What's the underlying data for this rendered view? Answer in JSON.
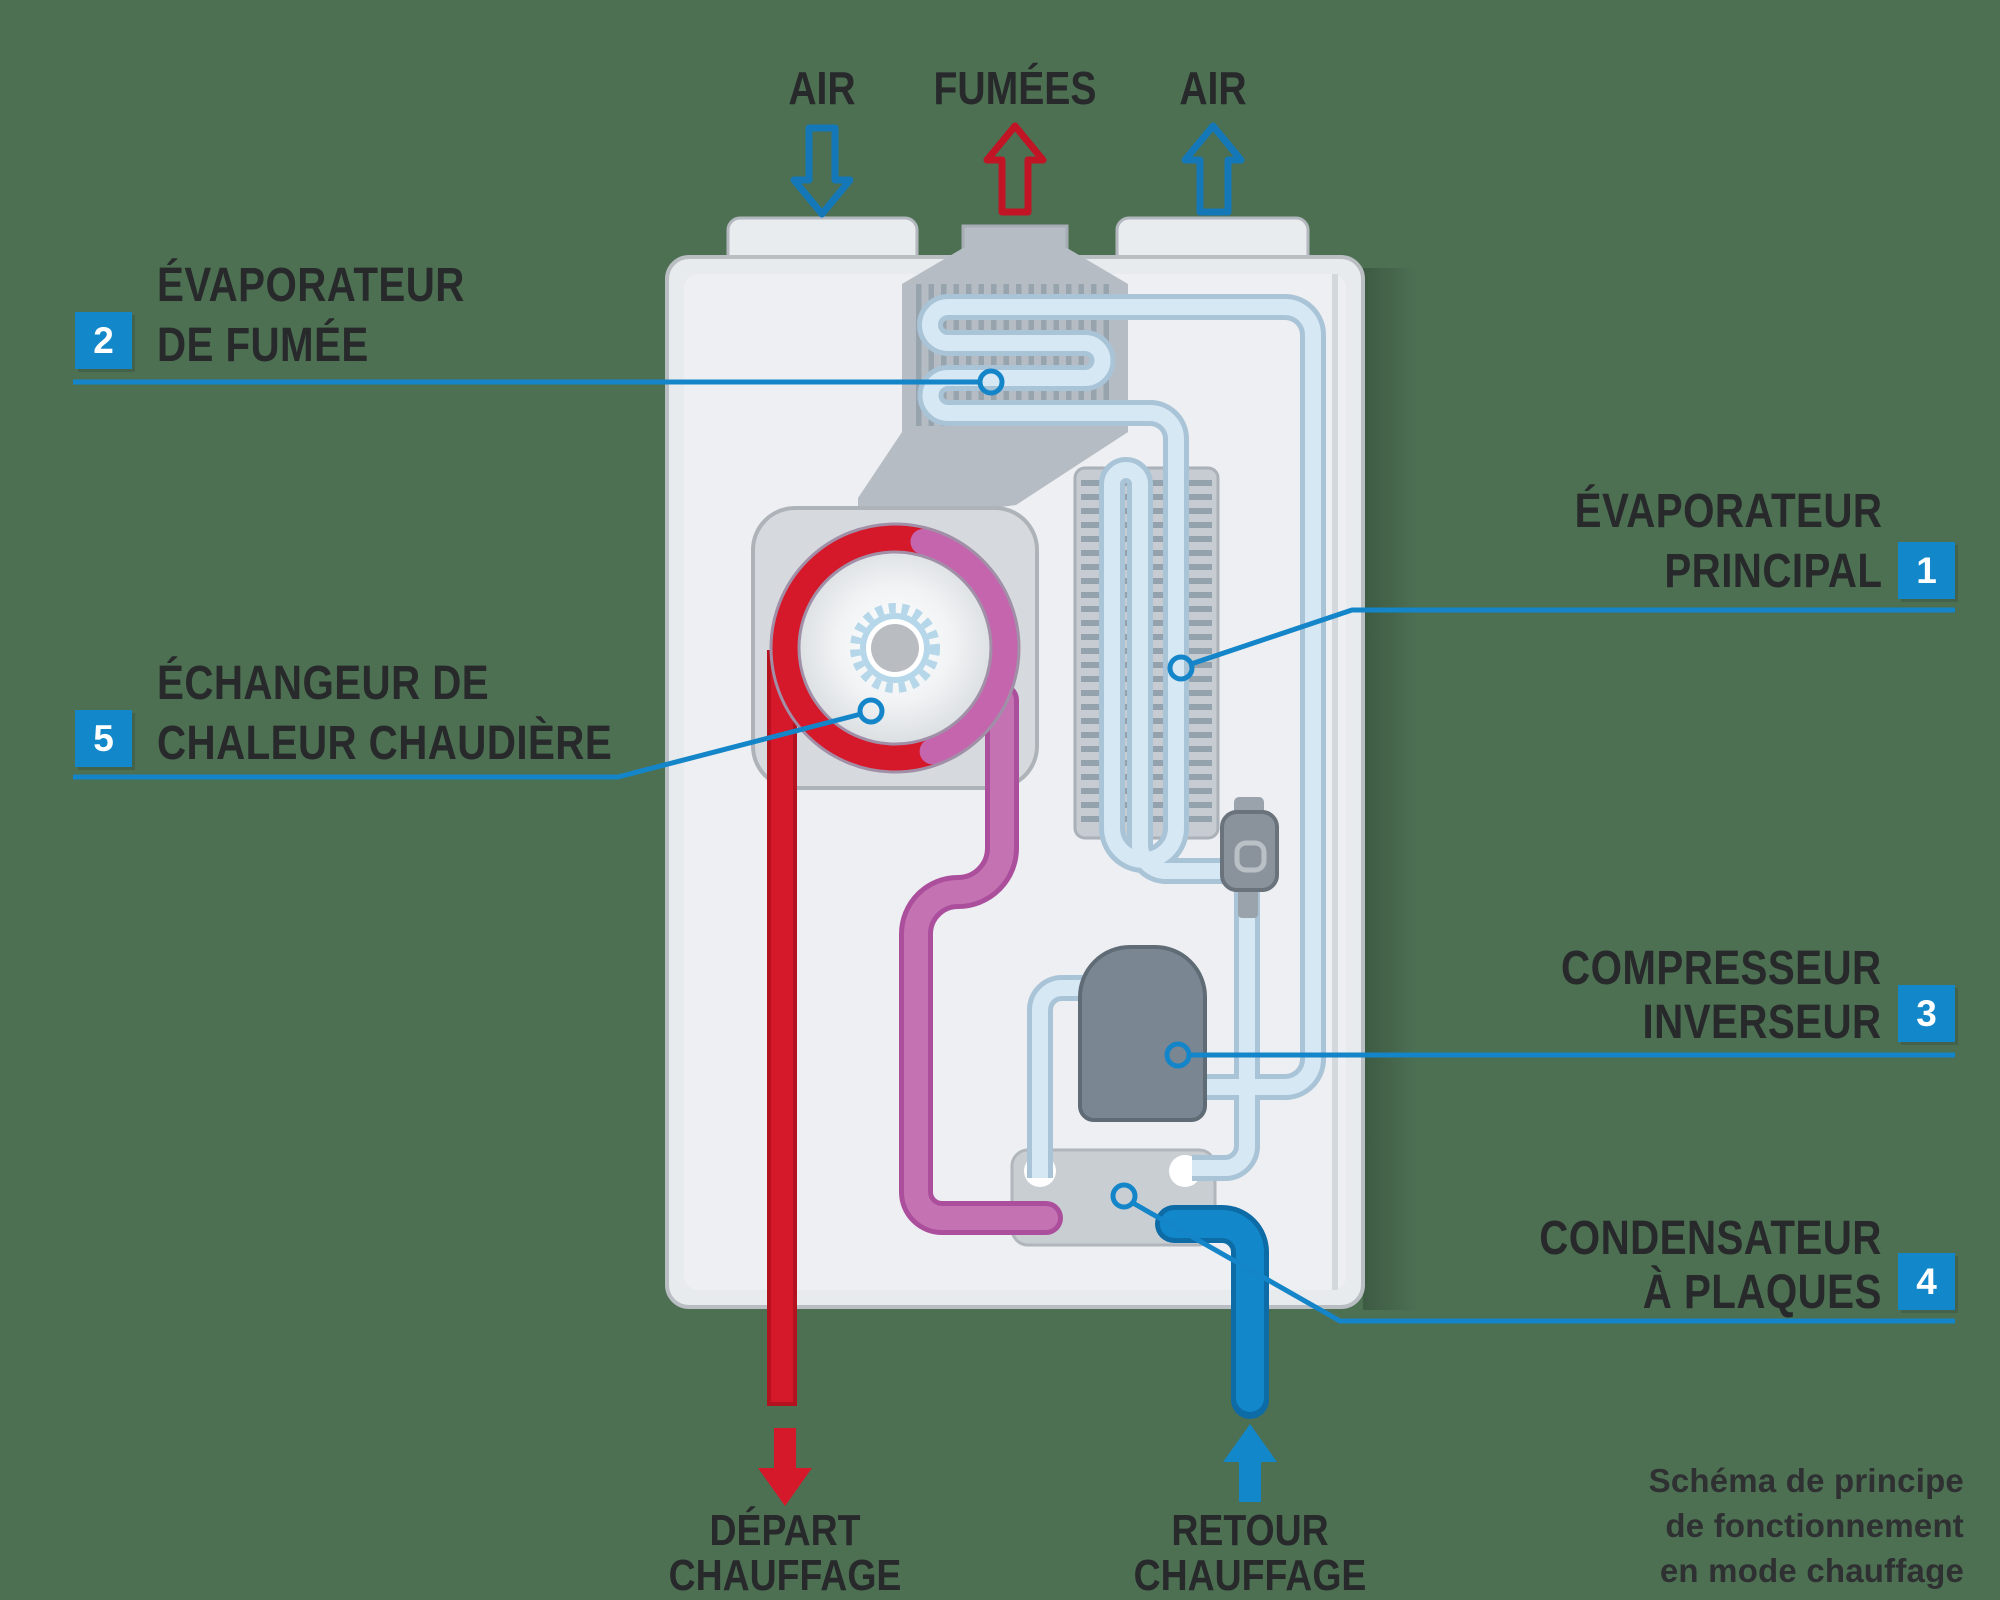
{
  "diagram_title": "Schéma de principe de fonctionnement en mode chauffage",
  "caption": {
    "line1": "Schéma de principe",
    "line2": "de fonctionnement",
    "line3": "en mode chauffage"
  },
  "flow_labels": {
    "air_in": "AIR",
    "fumes": "FUMÉES",
    "air_out": "AIR",
    "depart_line1": "DÉPART",
    "depart_line2": "CHAUFFAGE",
    "retour_line1": "RETOUR",
    "retour_line2": "CHAUFFAGE"
  },
  "component_labels": {
    "left": [
      {
        "num": "2",
        "line1": "ÉVAPORATEUR",
        "line2": "DE FUMÉE"
      },
      {
        "num": "5",
        "line1": "ÉCHANGEUR DE",
        "line2": "CHALEUR CHAUDIÈRE"
      }
    ],
    "right": [
      {
        "num": "1",
        "line1": "ÉVAPORATEUR",
        "line2": "PRINCIPAL"
      },
      {
        "num": "3",
        "line1": "COMPRESSEUR",
        "line2": "INVERSEUR"
      },
      {
        "num": "4",
        "line1": "CONDENSATEUR",
        "line2": "À PLAQUES"
      }
    ]
  },
  "colors": {
    "background_green": "#4d7053",
    "badge_blue": "#1287ca",
    "leader_blue": "#1385c8",
    "water_hot_red": "#d6182b",
    "water_return_blue": "#1287ca",
    "boiler_loop_pink": "#c472b2",
    "refrigerant_pipe": "#d7e8f5",
    "unit_body_gray": "#e8ebee",
    "flue_gray": "#b6bcc3",
    "compressor_gray": "#7a8792",
    "text_dark": "#27292b"
  }
}
